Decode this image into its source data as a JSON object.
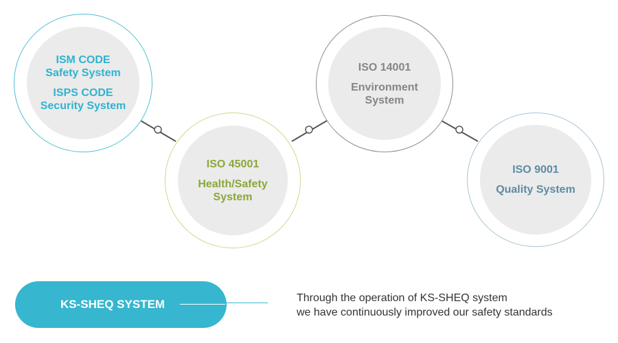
{
  "nodes": [
    {
      "id": "ism",
      "lines": [
        "ISM CODE",
        "Safety System"
      ],
      "lines2": [
        "ISPS CODE",
        "Security System"
      ],
      "color": "#2fb3cf"
    },
    {
      "id": "iso45001",
      "lines": [
        "ISO 45001"
      ],
      "lines2": [
        "Health/Safety",
        "System"
      ],
      "color": "#8aa838"
    },
    {
      "id": "iso14001",
      "lines": [
        "ISO 14001"
      ],
      "lines2": [
        "Environment",
        "System"
      ],
      "color": "#858585"
    },
    {
      "id": "iso9001",
      "lines": [
        "ISO 9001"
      ],
      "lines2": [
        "Quality System"
      ],
      "color": "#5c8ca3"
    }
  ],
  "footer": {
    "badge_label": "KS-SHEQ SYSTEM",
    "description_line1": "Through the operation of KS-SHEQ system",
    "description_line2": "we have continuously improved our safety standards",
    "accent": "#36b6cf"
  }
}
